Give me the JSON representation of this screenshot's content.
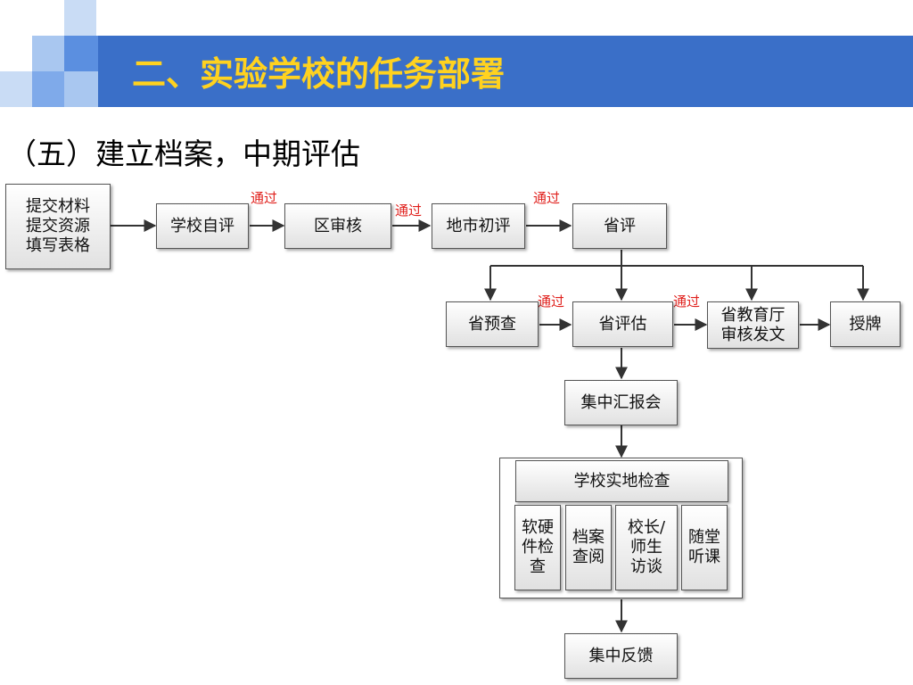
{
  "title": "二、实验学校的任务部署",
  "subtitle": "（五）建立档案，中期评估",
  "colors": {
    "title_bar": "#3a6fc8",
    "title_text": "#ffd21f",
    "pass_label": "#e0201c"
  },
  "flow": {
    "materials": "提交材料\n提交资源\n填写表格",
    "school_self_eval": "学校自评",
    "district_review": "区审核",
    "city_eval": "地市初评",
    "province_eval": "省评",
    "province_pre_check": "省预查",
    "province_assessment": "省评估",
    "province_edu_dept": "省教育厅\n审核发文",
    "award": "授牌",
    "report_meeting": "集中汇报会",
    "site_inspection": "学校实地检查",
    "sub_hw_sw": "软硬\n件检\n查",
    "sub_archive": "档案\n查阅",
    "sub_interview": "校长/\n师生\n访谈",
    "sub_lesson": "随堂\n听课",
    "feedback": "集中反馈"
  },
  "pass_labels": [
    "通过",
    "通过",
    "通过",
    "通过",
    "通过"
  ]
}
